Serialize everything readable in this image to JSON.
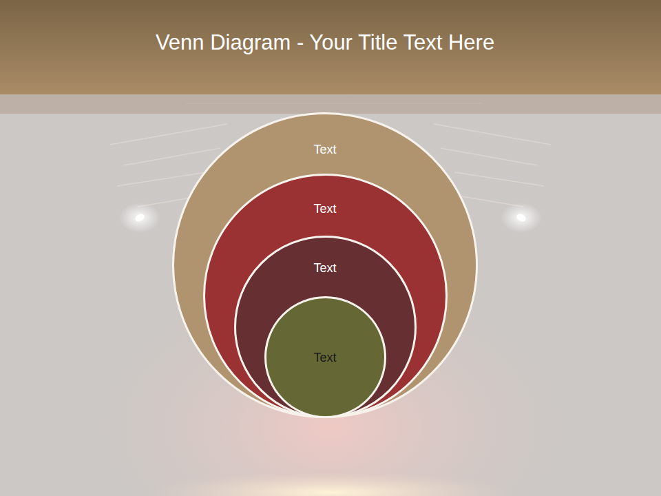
{
  "diagram": {
    "title": "Venn Diagram - Your Title Text Here",
    "nodes": [
      {
        "text": [
          "Text"
        ]
      },
      {
        "text": [
          "Text"
        ],
        "in": 0
      },
      {
        "text": [
          "Text"
        ],
        "in": 1
      },
      {
        "text": [
          "Text"
        ],
        "in": 2
      }
    ]
  }
}
